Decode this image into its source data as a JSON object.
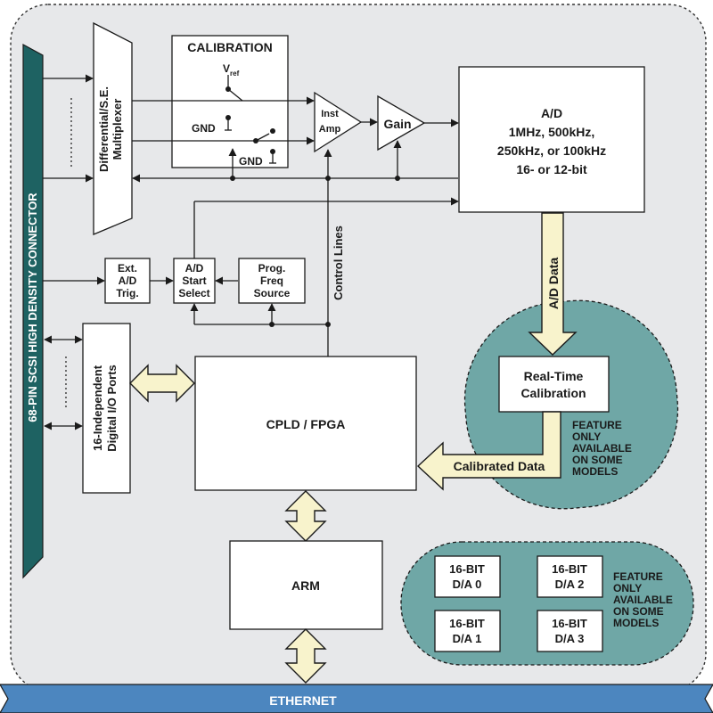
{
  "connector_label": "68-PIN SCSI HIGH DENSITY CONNECTOR",
  "bus_label": "ETHERNET",
  "mux": {
    "line1": "Differential/S.E.",
    "line2": "Multiplexer"
  },
  "calibration": {
    "title": "CALIBRATION",
    "vref": "V",
    "vref_sub": "ref",
    "gnd1": "GND",
    "gnd2": "GND"
  },
  "inst_amp": {
    "line1": "Inst",
    "line2": "Amp"
  },
  "gain": "Gain",
  "ad": {
    "line1": "A/D",
    "line2": "1MHz, 500kHz,",
    "line3": "250kHz, or 100kHz",
    "line4": "16- or 12-bit"
  },
  "ext_trig": {
    "line1": "Ext.",
    "line2": "A/D",
    "line3": "Trig."
  },
  "start_select": {
    "line1": "A/D",
    "line2": "Start",
    "line3": "Select"
  },
  "prog_freq": {
    "line1": "Prog.",
    "line2": "Freq",
    "line3": "Source"
  },
  "control_lines": "Control Lines",
  "ad_data": "A/D Data",
  "realtime_cal": {
    "line1": "Real-Time",
    "line2": "Calibration"
  },
  "calibrated_data": "Calibrated Data",
  "feature_note_1": {
    "line1": "FEATURE",
    "line2": "ONLY",
    "line3": "AVAILABLE",
    "line4": "ON SOME",
    "line5": "MODELS"
  },
  "digital_io": {
    "line1": "16-Independent",
    "line2": "Digital I/O Ports"
  },
  "cpld": "CPLD / FPGA",
  "arm": "ARM",
  "dacs": [
    {
      "line1": "16-BIT",
      "line2": "D/A 0"
    },
    {
      "line1": "16-BIT",
      "line2": "D/A 2"
    },
    {
      "line1": "16-BIT",
      "line2": "D/A 1"
    },
    {
      "line1": "16-BIT",
      "line2": "D/A 3"
    }
  ],
  "feature_note_2": {
    "line1": "FEATURE",
    "line2": "ONLY",
    "line3": "AVAILABLE",
    "line4": "ON SOME",
    "line5": "MODELS"
  },
  "colors": {
    "teal": "#6fa7a6",
    "panel": "#e7e8ea",
    "ethernet": "#4c86bf",
    "arrow_fill": "#f8f3cc"
  }
}
